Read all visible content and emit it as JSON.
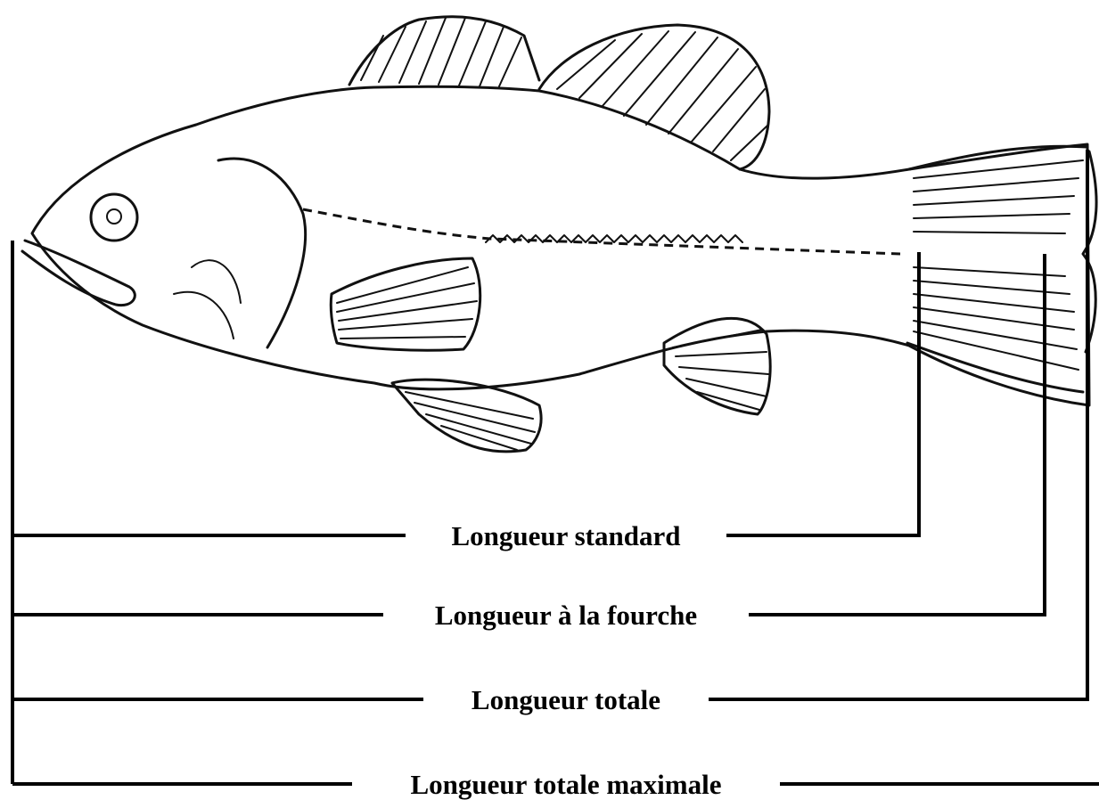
{
  "measurements": [
    {
      "key": "standard",
      "label": "Longueur standard"
    },
    {
      "key": "fork",
      "label": "Longueur à la fourche"
    },
    {
      "key": "total",
      "label": "Longueur totale"
    },
    {
      "key": "total_max",
      "label": "Longueur totale maximale"
    }
  ]
}
